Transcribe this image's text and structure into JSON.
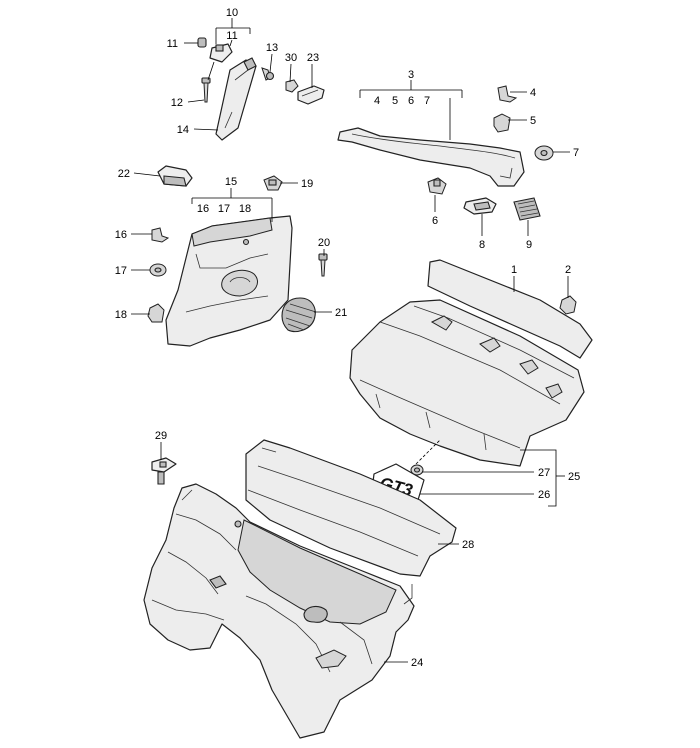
{
  "labels": {
    "c10": "10",
    "c11a": "11",
    "c11b": "11",
    "c13": "13",
    "c30": "30",
    "c23": "23",
    "c12": "12",
    "c14": "14",
    "c3": "3",
    "c4a": "4",
    "c5a": "5",
    "c6a": "6",
    "c7a": "7",
    "c4": "4",
    "c5": "5",
    "c7": "7",
    "c6": "6",
    "c8": "8",
    "c9": "9",
    "c22": "22",
    "c15": "15",
    "c16a": "16",
    "c17a": "17",
    "c18a": "18",
    "c19": "19",
    "c16": "16",
    "c17": "17",
    "c18": "18",
    "c20": "20",
    "c21": "21",
    "c1": "1",
    "c2": "2",
    "c29": "29",
    "c27": "27",
    "c26": "26",
    "c25": "25",
    "c28": "28",
    "c24": "24"
  },
  "logo_text": "GT3"
}
